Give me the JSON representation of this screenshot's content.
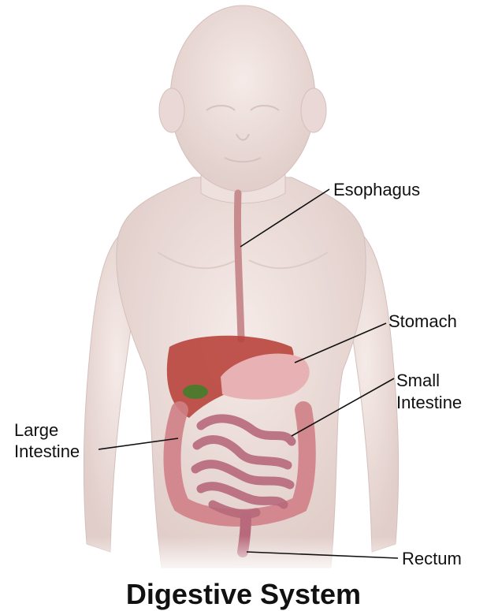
{
  "title": "Digestive System",
  "labels": {
    "esophagus": "Esophagus",
    "stomach": "Stomach",
    "small_intestine": [
      "Small",
      "Intestine"
    ],
    "large_intestine": [
      "Large",
      "Intestine"
    ],
    "rectum": "Rectum"
  },
  "colors": {
    "skin": "#e9d6d2",
    "skin_edge": "#cdb5b0",
    "liver": "#b8443c",
    "stomach": "#e8b2b4",
    "intestine": "#b86a7c",
    "large_intestine": "#cf7f86",
    "gallbladder": "#4f7a2e",
    "esophagus": "#c98c8e"
  }
}
